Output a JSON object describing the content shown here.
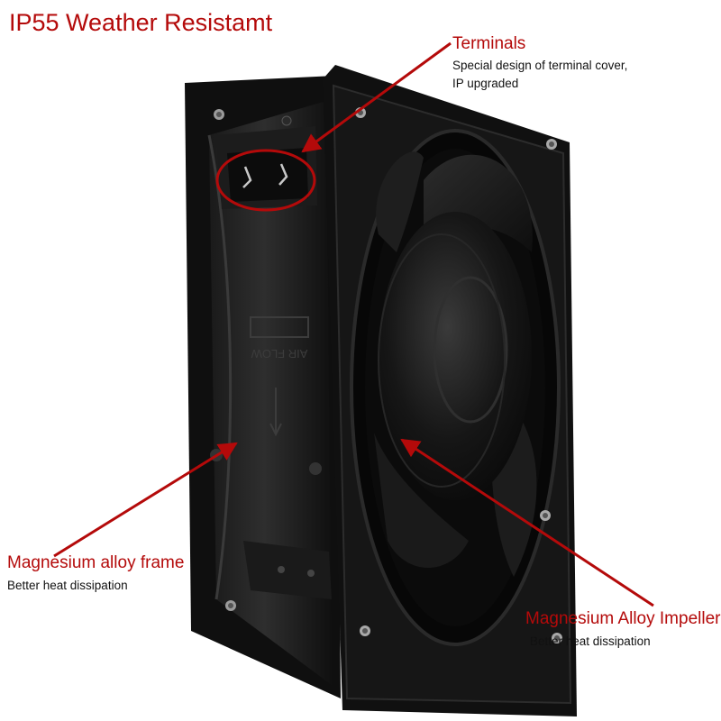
{
  "title": "IP55 Weather Resistamt",
  "callouts": {
    "terminals": {
      "title": "Terminals",
      "desc_line1": "Special design of terminal cover,",
      "desc_line2": "IP upgraded"
    },
    "frame": {
      "title": "Magnesium alloy frame",
      "desc": "Better heat dissipation"
    },
    "impeller": {
      "title": "Magnesium Alloy Impeller",
      "desc": "Better heat dissipation"
    }
  },
  "embossed": {
    "airflow": "AIR FLOW"
  },
  "colors": {
    "accent": "#b40a0a",
    "fan_body": "#141414",
    "background": "#ffffff"
  }
}
